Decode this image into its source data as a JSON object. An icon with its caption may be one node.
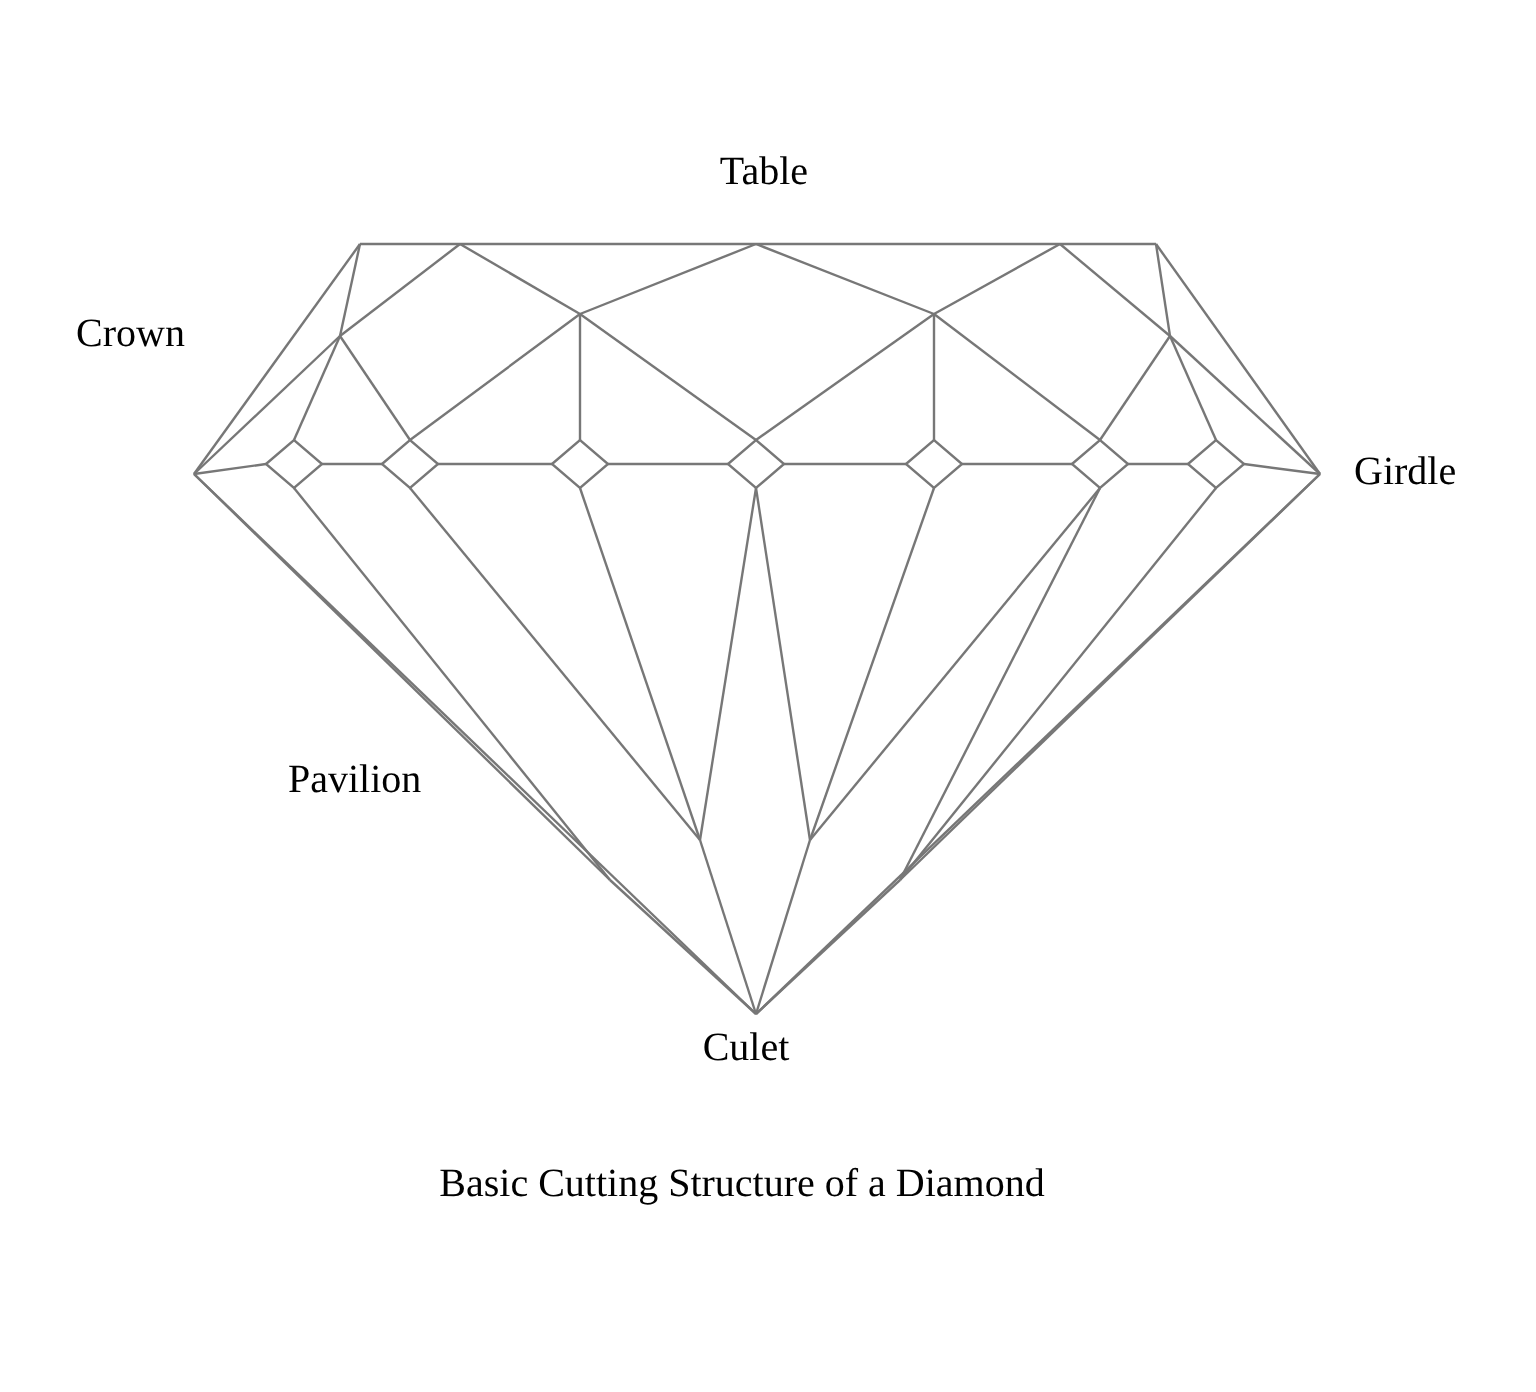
{
  "diagram": {
    "caption": "Basic Cutting Structure of a Diamond",
    "labels": [
      "Table",
      "Crown",
      "Girdle",
      "Pavilion",
      "Culet"
    ]
  }
}
